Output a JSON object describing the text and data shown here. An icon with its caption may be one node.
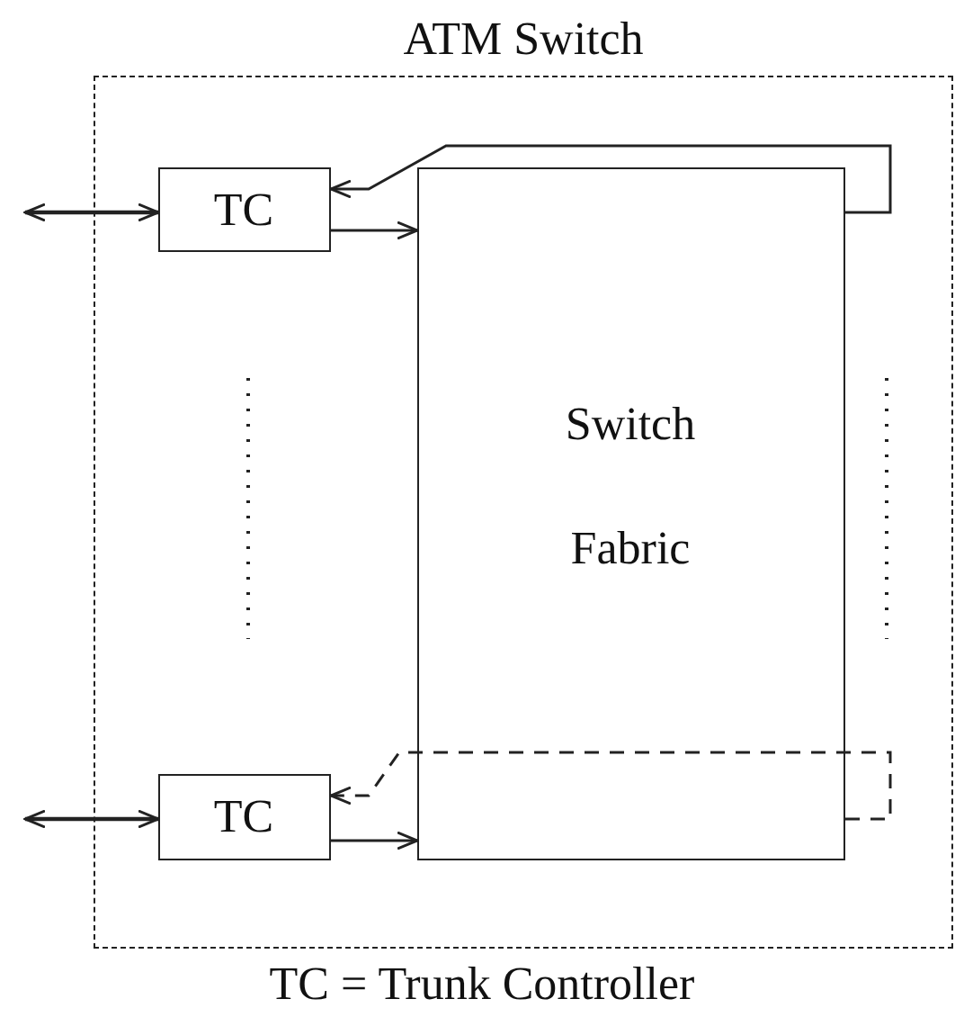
{
  "diagram": {
    "nodes": [
      {
        "text": [
          "ATM Switch"
        ]
      },
      {
        "text": [
          "TC"
        ],
        "in": 0
      },
      {
        "text": [
          "Switch Fabric"
        ],
        "in": 0
      },
      {
        "text": [
          "TC"
        ],
        "in": 0
      }
    ],
    "edges": [
      {
        "from": null,
        "to": 1,
        "arrow": "both"
      },
      {
        "from": 1,
        "to": 2,
        "arrow": "to"
      },
      {
        "from": 2,
        "to": 1,
        "arrow": "to"
      },
      {
        "from": null,
        "to": 3,
        "arrow": "both"
      },
      {
        "from": 3,
        "to": 2,
        "arrow": "to"
      },
      {
        "from": 2,
        "to": 3,
        "arrow": "to",
        "style": "dashed"
      }
    ],
    "caption": "TC = Trunk Controller"
  }
}
